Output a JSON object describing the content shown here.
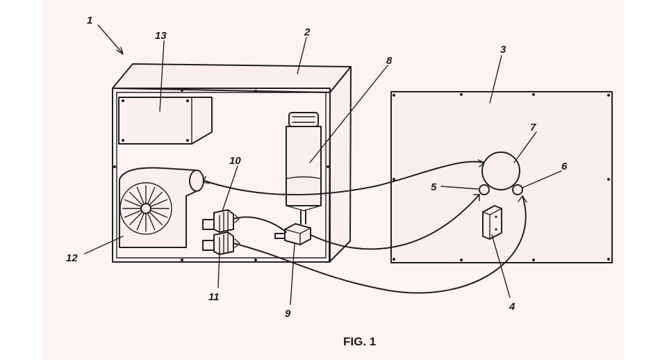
{
  "figure": {
    "caption": "FIG. 1",
    "background_color": "#fdf3f2",
    "ink_color": "#1f1f1f"
  },
  "labels": {
    "assembly": "1",
    "housing": "2",
    "panel": "3",
    "component_4": "4",
    "connector_5": "5",
    "connector_6": "6",
    "round_unit_7": "7",
    "cylinder_8": "8",
    "valve_9": "9",
    "valve_10": "10",
    "valve_11": "11",
    "blower_12": "12",
    "box_13": "13"
  }
}
